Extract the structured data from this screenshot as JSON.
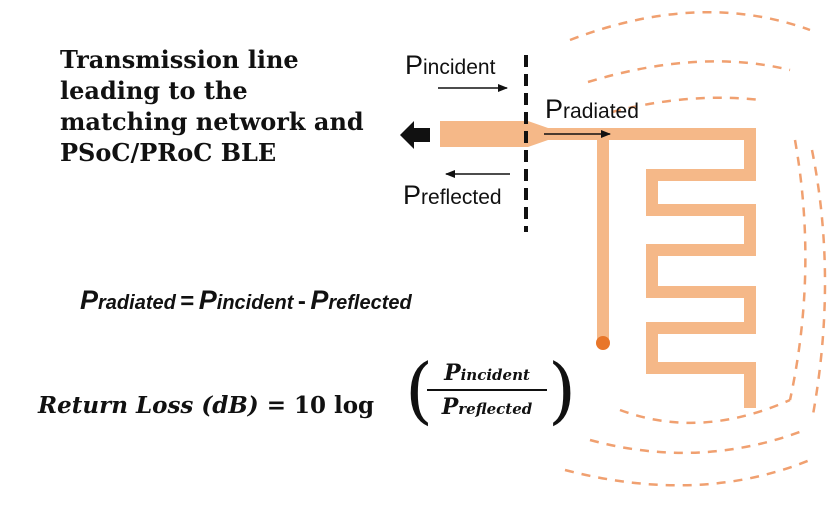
{
  "description_lines": [
    "Transmission line",
    "leading to the",
    "matching network and",
    "PSoC/PRoC BLE"
  ],
  "labels": {
    "incident": {
      "p": "P",
      "sub": "incident"
    },
    "radiated": {
      "p": "P",
      "sub": "radiated"
    },
    "reflected": {
      "p": "P",
      "sub": "reflected"
    }
  },
  "power_equation": {
    "lhs": {
      "p": "P",
      "sub": "radiated"
    },
    "equals": "=",
    "term1": {
      "p": "P",
      "sub": "incident"
    },
    "minus": "-",
    "term2": {
      "p": "P",
      "sub": "reflected"
    }
  },
  "return_loss_equation": {
    "lhs": "Return Loss",
    "unit": "(dB)",
    "equals": "= 10 log",
    "numerator": {
      "p": "P",
      "sub": "incident"
    },
    "denominator": {
      "p": "P",
      "sub": "reflected"
    },
    "left_paren": "(",
    "right_paren": ")"
  },
  "colors": {
    "antenna": "#f5b888",
    "field_lines": "#f0a070",
    "feed_dot": "#e8762a",
    "arrows": "#111111"
  }
}
